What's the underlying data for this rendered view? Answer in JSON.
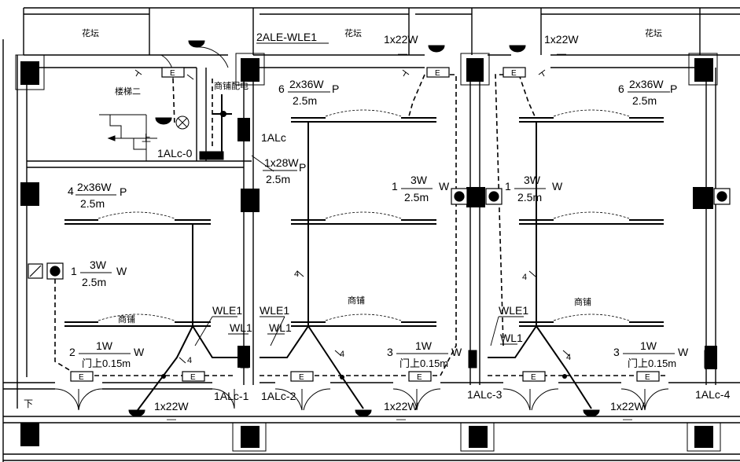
{
  "labels": {
    "planter": "花坛",
    "panel_main": "2ALE-WLE1",
    "stair": "楼梯二",
    "up": "上",
    "down": "下",
    "shop": "商铺",
    "shop_panel_room": "商铺配电",
    "cabinet_1alc0": "1ALc-0",
    "cabinet_1alc": "1ALc",
    "cabinet_1alc1": "1ALc-1",
    "cabinet_1alc2": "1ALc-2",
    "cabinet_1alc3": "1ALc-3",
    "cabinet_1alc4": "1ALc-4",
    "wle1": "WLE1",
    "wl1": "WL1",
    "exit_sign": "E",
    "wire_count": "4",
    "lamp_1x22w": "1x22W",
    "lamp_2x36w": "2x36W",
    "lamp_1x28w": "1x28W",
    "lamp_3w": "3W",
    "lamp_1w": "1W",
    "mount_2_5m": "2.5m",
    "mount_015m": "门上0.15m",
    "mount_p": "P",
    "mount_w": "W",
    "qty_1": "1",
    "qty_2": "2",
    "qty_3": "3",
    "qty_4": "4",
    "qty_6": "6",
    "dash": "—"
  }
}
